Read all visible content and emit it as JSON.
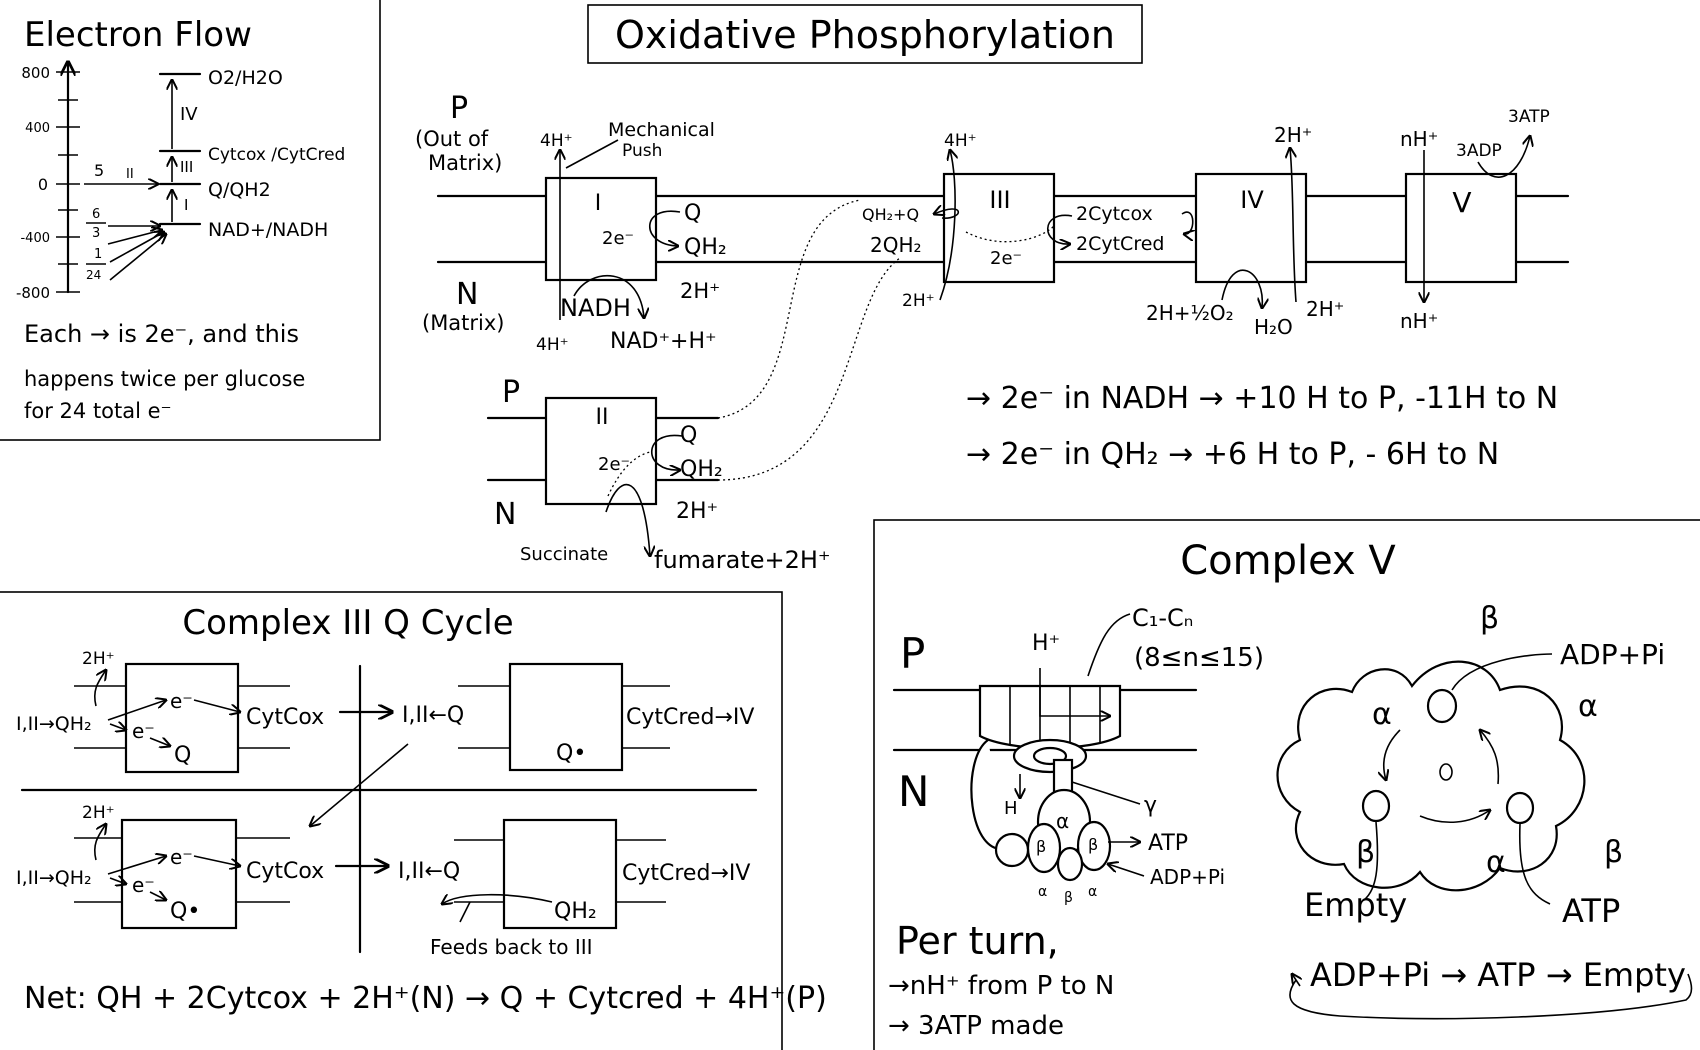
{
  "title": "Oxidative Phosphorylation",
  "electron_flow": {
    "heading": "Electron Flow",
    "ticks": [
      "800",
      "400",
      "0",
      "-400",
      "-800"
    ],
    "couples": [
      "O2/H2O",
      "Cytcox /CytCred",
      "Q/QH2",
      "NAD+/NADH"
    ],
    "complexes": [
      "IV",
      "III",
      "I",
      "II"
    ],
    "counts": [
      "5",
      "6",
      "3",
      "1",
      "24"
    ],
    "note_lines": [
      "Each → is 2e⁻, and this",
      "happens twice per glucose",
      "for 24 total e⁻"
    ]
  },
  "chain": {
    "side_p": "P",
    "side_p_note": [
      "(Out of",
      "Matrix)"
    ],
    "side_n": "N",
    "side_n_note": "(Matrix)",
    "mech_note": [
      "Mechanical",
      "Push"
    ],
    "c1": {
      "name": "I",
      "h_out": "4H⁺",
      "h_in": "4H⁺",
      "e": "2e⁻",
      "q": "Q",
      "qh2": "QH₂",
      "h2": "2H⁺",
      "nadh": "NADH",
      "nad": "NAD⁺+H⁺"
    },
    "c2": {
      "name": "II",
      "p": "P",
      "n": "N",
      "e": "2e⁻",
      "q": "Q",
      "qh2": "QH₂",
      "h2": "2H⁺",
      "succinate": "Succinate",
      "fumarate": "fumarate+2H⁺"
    },
    "c3": {
      "name": "III",
      "h_out": "4H⁺",
      "h_in": "2H⁺",
      "qh2q": "QH₂+Q",
      "twoqh2": "2QH₂",
      "e": "2e⁻",
      "cytcox": "2Cytcox",
      "cytcred": "2CytCred"
    },
    "c4": {
      "name": "IV",
      "h_out": "2H⁺",
      "h_in": "2H⁺",
      "o2": "2H+½O₂",
      "water": "H₂O"
    },
    "c5": {
      "name": "V",
      "nh_out": "nH⁺",
      "nh_in": "nH⁺",
      "adp": "3ADP",
      "atp": "3ATP"
    },
    "summary": [
      "→ 2e⁻ in NADH → +10 H to P, -11H to N",
      "→ 2e⁻ in QH₂ → +6 H to P, - 6H to N"
    ]
  },
  "qcycle": {
    "heading": "Complex III Q Cycle",
    "top_left": {
      "h": "2H⁺",
      "in": "I,II→QH₂",
      "e1": "e⁻",
      "e2": "e⁻",
      "out": "CytCox",
      "q": "Q"
    },
    "top_right": {
      "in": "I,II←Q",
      "radical": "Q•",
      "out": "CytCred→IV"
    },
    "bottom_left": {
      "h": "2H⁺",
      "in": "I,II→QH₂",
      "e1": "e⁻",
      "e2": "e⁻",
      "out": "CytCox",
      "q": "Q•"
    },
    "bottom_right": {
      "in": "I,II←Q",
      "qh2": "QH₂",
      "out": "CytCred→IV",
      "feed": "Feeds back to III"
    },
    "net": "Net:  QH + 2Cytcox + 2H⁺(N) → Q + Cytcred + 4H⁺(P)"
  },
  "complex_v": {
    "heading": "Complex V",
    "p": "P",
    "n": "N",
    "h_plus": "H⁺",
    "h": "H",
    "c_ring": [
      "C₁-Cₙ",
      "(8≤n≤15)"
    ],
    "gamma": "γ",
    "atp": "ATP",
    "adp": "ADP+Pi",
    "alpha": "α",
    "beta": "β",
    "per_turn": "Per turn,",
    "per_turn_lines": [
      "→nH⁺ from P to N",
      "→ 3ATP made"
    ],
    "rotor": {
      "beta_top": "β",
      "beta_left": "β",
      "beta_right": "β",
      "alpha_left": "α",
      "alpha_right": "α",
      "alpha_bottom": "α",
      "adp_site": "ADP+Pi",
      "empty_site": "Empty",
      "atp_site": "ATP"
    },
    "cycle": "ADP+Pi → ATP → Empty"
  }
}
